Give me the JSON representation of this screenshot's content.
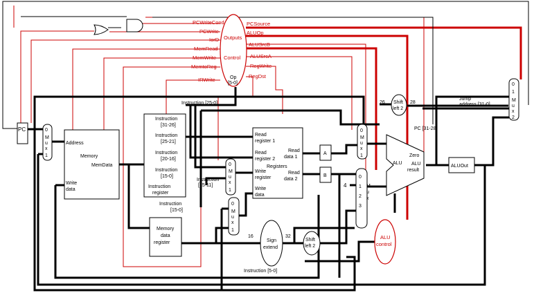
{
  "pc": {
    "label": "PC"
  },
  "mux_pc_sel": {
    "d0": "0",
    "m": "M",
    "u": "u",
    "x": "x",
    "d1": "1"
  },
  "memory": {
    "address": "Address",
    "title": "Memory",
    "memdata": "MemData",
    "write1": "Write",
    "write2": "data"
  },
  "ir": {
    "r1": "Instruction",
    "r1b": "[31-26]",
    "r2": "Instruction",
    "r2b": "[25-21]",
    "r3": "Instruction",
    "r3b": "[20-16]",
    "r4": "Instruction",
    "r4b": "[15-0]",
    "r5": "Instruction",
    "r5b": "register"
  },
  "mdr": {
    "l1": "Memory",
    "l2": "data",
    "l3": "register"
  },
  "registers": {
    "rr1a": "Read",
    "rr1b": "register 1",
    "rr2a": "Read",
    "rr2b": "register 2",
    "title": "Registers",
    "wra": "Write",
    "wrb": "register",
    "wda": "Write",
    "wdb": "data",
    "rd1a": "Read",
    "rd1b": "data 1",
    "rd2a": "Read",
    "rd2b": "data 2"
  },
  "reg_a": "A",
  "reg_b": "B",
  "alu": {
    "zero": "Zero",
    "alu": "ALU",
    "alu2": "ALU",
    "result": "result"
  },
  "aluout": "ALUOut",
  "alu_control": {
    "l1": "ALU",
    "l2": "control"
  },
  "sign_extend": {
    "l1": "Sign",
    "l2": "extend"
  },
  "shift_left2_a": {
    "l1": "Shift",
    "l2": "left 2"
  },
  "shift_left2_b": {
    "l1": "Shift",
    "l2": "left 2"
  },
  "control": {
    "outputs": "Outputs",
    "control": "Control",
    "op": "Op",
    "opbits": "[5-0]"
  },
  "control_signals": {
    "left": [
      "PCWriteCond",
      "PCWrite",
      "IorD",
      "MemRead",
      "MemWrite",
      "MemtoReg",
      "IRWrite"
    ],
    "right": [
      "PCSource",
      "ALUOp",
      "ALUSrcB",
      "ALUSrcA",
      "RegWrite",
      "RegDst"
    ]
  },
  "wire_labels": {
    "instr_25_0": "Instruction [25-0]",
    "instr_15_11a": "Instruction",
    "instr_15_11b": "[15-11]",
    "instr_15_0a": "Instruction",
    "instr_15_0b": "[15-0]",
    "instr_5_0": "Instruction [5-0]",
    "w26": "26",
    "w28": "28",
    "w16": "16",
    "w32": "32",
    "w4": "4",
    "pc_31_28": "PC [31-28]",
    "jump1": "Jump",
    "jump2": "address [31-0]"
  },
  "mux_regdst": {
    "d0": "0",
    "m": "M",
    "u": "u",
    "x": "x",
    "d1": "1"
  },
  "mux_memtoreg": {
    "d0": "0",
    "m": "M",
    "u": "u",
    "x": "x",
    "d1": "1"
  },
  "mux_alusrca": {
    "d0": "0",
    "m": "M",
    "u": "u",
    "x": "x",
    "d1": "1"
  },
  "mux_alusrcb": {
    "d0": "0",
    "d1": "1",
    "d2": "2",
    "d3": "3",
    "m": "M",
    "u": "u",
    "x": "x"
  },
  "mux_pcsource": {
    "d0": "0",
    "d1": "1",
    "d2": "2",
    "m": "M",
    "u": "u",
    "x": "x"
  }
}
